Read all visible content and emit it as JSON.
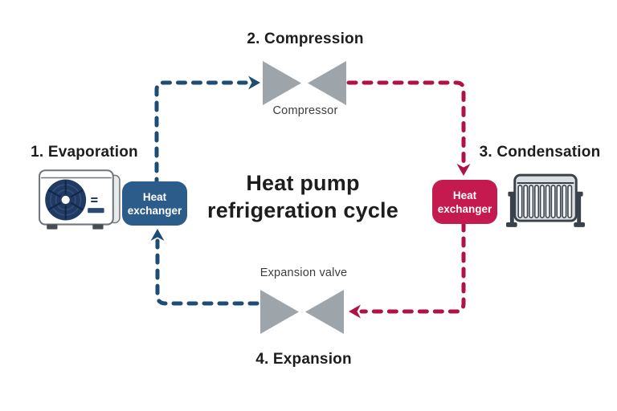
{
  "title": {
    "line1": "Heat pump",
    "line2": "refrigeration cycle"
  },
  "stages": {
    "evaporation": {
      "label": "1. Evaporation"
    },
    "compression": {
      "label": "2. Compression",
      "component": "Compressor"
    },
    "condensation": {
      "label": "3. Condensation"
    },
    "expansion": {
      "label": "4. Expansion",
      "component": "Expansion valve"
    }
  },
  "nodes": {
    "evaporator_exchanger": {
      "label": "Heat exchanger"
    },
    "condenser_exchanger": {
      "label": "Heat exchanger"
    }
  },
  "icons": {
    "evaporator": "outdoor-unit-icon",
    "condenser": "radiator-icon",
    "compressor": "bowtie-valve-icon",
    "expansion_valve": "bowtie-valve-icon"
  },
  "colors": {
    "cold_line": "#1E4C74",
    "cold_box": "#2B5C8A",
    "hot_line": "#AD1343",
    "hot_box": "#C41A4F",
    "component_gray": "#9EA5AA",
    "heading_text": "#1D1D1D",
    "component_label_text": "#3D3D3D",
    "box_text": "#FFFFFF",
    "background": "#FFFFFF"
  }
}
